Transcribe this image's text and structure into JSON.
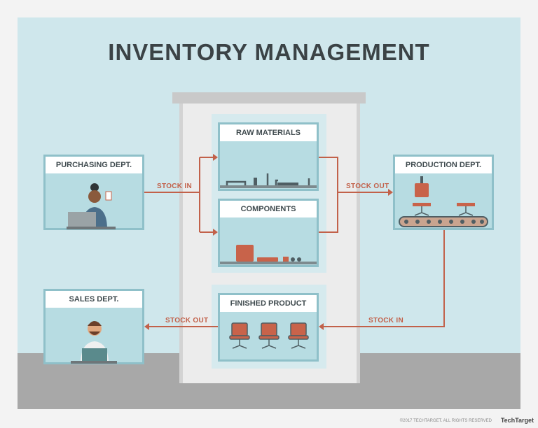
{
  "title": "INVENTORY MANAGEMENT",
  "departments": {
    "purchasing": "PURCHASING DEPT.",
    "production": "PRODUCTION DEPT.",
    "sales": "SALES DEPT."
  },
  "warehouse": {
    "raw_materials": "RAW MATERIALS",
    "components": "COMPONENTS",
    "finished_product": "FINISHED PRODUCT"
  },
  "flows": {
    "purchasing_to_warehouse": "STOCK IN",
    "warehouse_to_production": "STOCK OUT",
    "production_to_warehouse": "STOCK IN",
    "warehouse_to_sales": "STOCK OUT"
  },
  "footer": {
    "copyright": "©2017 TECHTARGET. ALL RIGHTS RESERVED",
    "logo": "TechTarget"
  },
  "colors": {
    "arrow": "#c2614a",
    "background": "#cfe7ec",
    "box_frame": "#8fc0c9"
  }
}
